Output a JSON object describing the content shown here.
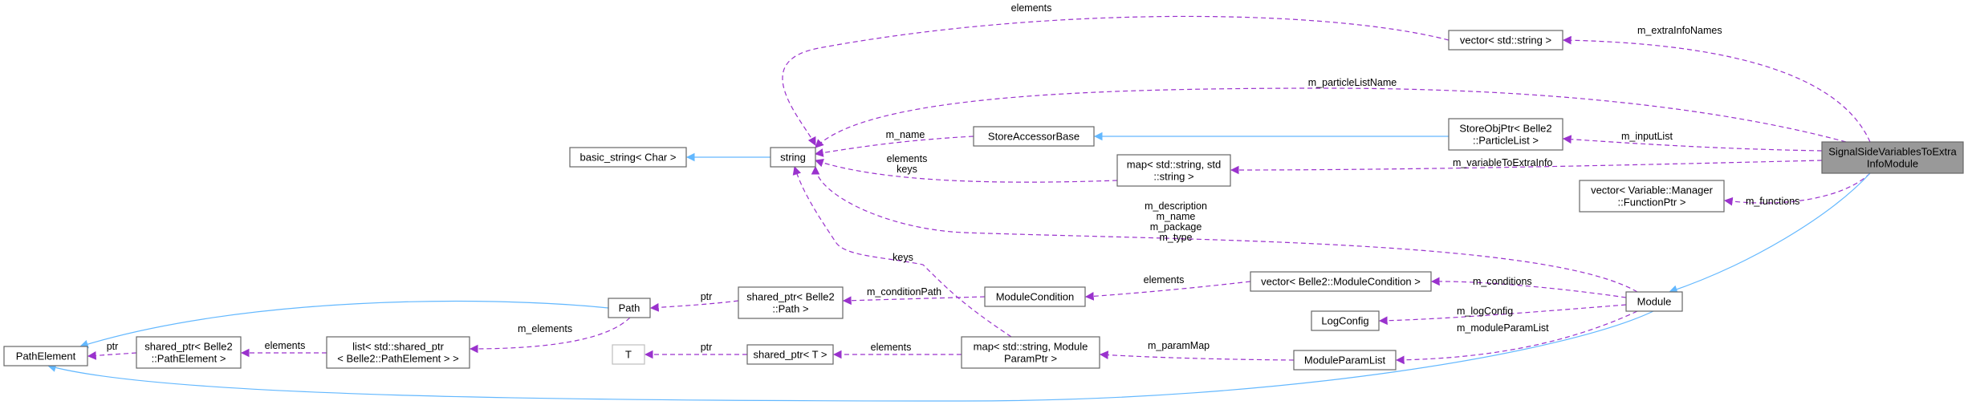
{
  "diagram": {
    "nodes": [
      {
        "id": "focus",
        "lines": [
          "SignalSideVariablesToExtra",
          "InfoModule"
        ],
        "style": "focus"
      },
      {
        "id": "vec_string",
        "lines": [
          "vector< std::string >"
        ],
        "style": "normal"
      },
      {
        "id": "storeobjptr",
        "lines": [
          "StoreObjPtr< Belle2",
          "::ParticleList >"
        ],
        "style": "normal"
      },
      {
        "id": "storeaccessor",
        "lines": [
          "StoreAccessorBase"
        ],
        "style": "normal"
      },
      {
        "id": "string",
        "lines": [
          "string"
        ],
        "style": "normal"
      },
      {
        "id": "basic_string",
        "lines": [
          "basic_string< Char >"
        ],
        "style": "normal"
      },
      {
        "id": "map_string",
        "lines": [
          "map< std::string, std",
          "::string >"
        ],
        "style": "normal"
      },
      {
        "id": "vec_funcptr",
        "lines": [
          "vector< Variable::Manager",
          "::FunctionPtr >"
        ],
        "style": "normal"
      },
      {
        "id": "module",
        "lines": [
          "Module"
        ],
        "style": "normal"
      },
      {
        "id": "vec_modcond",
        "lines": [
          "vector< Belle2::ModuleCondition >"
        ],
        "style": "normal"
      },
      {
        "id": "modcond",
        "lines": [
          "ModuleCondition"
        ],
        "style": "normal"
      },
      {
        "id": "logconfig",
        "lines": [
          "LogConfig"
        ],
        "style": "normal"
      },
      {
        "id": "modparamlist",
        "lines": [
          "ModuleParamList"
        ],
        "style": "normal"
      },
      {
        "id": "map_modparam",
        "lines": [
          "map< std::string, Module",
          "ParamPtr >"
        ],
        "style": "normal"
      },
      {
        "id": "sp_path",
        "lines": [
          "shared_ptr< Belle2",
          "::Path >"
        ],
        "style": "normal"
      },
      {
        "id": "path",
        "lines": [
          "Path"
        ],
        "style": "normal"
      },
      {
        "id": "sp_t",
        "lines": [
          "shared_ptr< T >"
        ],
        "style": "normal"
      },
      {
        "id": "t",
        "lines": [
          "T"
        ],
        "style": "ghost"
      },
      {
        "id": "list_sp",
        "lines": [
          "list< std::shared_ptr",
          "< Belle2::PathElement > >"
        ],
        "style": "normal"
      },
      {
        "id": "sp_pathelem",
        "lines": [
          "shared_ptr< Belle2",
          "::PathElement >"
        ],
        "style": "normal"
      },
      {
        "id": "pathelement",
        "lines": [
          "PathElement"
        ],
        "style": "normal"
      }
    ],
    "edges": [
      {
        "id": "e1",
        "kind": "usage",
        "label": [
          "elements"
        ]
      },
      {
        "id": "e2",
        "kind": "usage",
        "label": [
          "m_extraInfoNames"
        ]
      },
      {
        "id": "e3",
        "kind": "usage",
        "label": [
          "m_particleListName"
        ]
      },
      {
        "id": "e4",
        "kind": "usage",
        "label": [
          "m_inputList"
        ]
      },
      {
        "id": "e5",
        "kind": "inherit",
        "label": []
      },
      {
        "id": "e6",
        "kind": "inherit",
        "label": []
      },
      {
        "id": "e7",
        "kind": "usage",
        "label": [
          "m_name"
        ]
      },
      {
        "id": "e8",
        "kind": "usage",
        "label": [
          "elements",
          "keys"
        ]
      },
      {
        "id": "e9",
        "kind": "usage",
        "label": [
          "m_variableToExtraInfo"
        ]
      },
      {
        "id": "e10",
        "kind": "usage",
        "label": [
          "m_description",
          "m_name",
          "m_package",
          "m_type"
        ]
      },
      {
        "id": "e11",
        "kind": "usage",
        "label": [
          "m_functions"
        ]
      },
      {
        "id": "e12",
        "kind": "inherit",
        "label": []
      },
      {
        "id": "e13",
        "kind": "usage",
        "label": [
          "keys"
        ]
      },
      {
        "id": "e14",
        "kind": "usage",
        "label": [
          "m_conditions"
        ]
      },
      {
        "id": "e15",
        "kind": "usage",
        "label": [
          "elements"
        ]
      },
      {
        "id": "e16",
        "kind": "usage",
        "label": [
          "m_conditionPath"
        ]
      },
      {
        "id": "e17",
        "kind": "usage",
        "label": [
          "ptr"
        ]
      },
      {
        "id": "e18",
        "kind": "usage",
        "label": [
          "m_logConfig"
        ]
      },
      {
        "id": "e19",
        "kind": "usage",
        "label": [
          "m_moduleParamList"
        ]
      },
      {
        "id": "e20",
        "kind": "usage",
        "label": [
          "m_paramMap"
        ]
      },
      {
        "id": "e21",
        "kind": "usage",
        "label": [
          "elements"
        ]
      },
      {
        "id": "e22",
        "kind": "usage",
        "label": [
          "ptr"
        ]
      },
      {
        "id": "e23",
        "kind": "usage",
        "label": [
          "m_elements"
        ]
      },
      {
        "id": "e24",
        "kind": "usage",
        "label": [
          "elements"
        ]
      },
      {
        "id": "e25",
        "kind": "usage",
        "label": [
          "ptr"
        ]
      },
      {
        "id": "e26",
        "kind": "inherit",
        "label": []
      },
      {
        "id": "e27",
        "kind": "inherit",
        "label": []
      }
    ],
    "colors": {
      "usage_edge": "#9a32cd",
      "inherit_edge": "#63b8ff",
      "focus_fill": "#999999",
      "node_border": "#666666"
    }
  }
}
